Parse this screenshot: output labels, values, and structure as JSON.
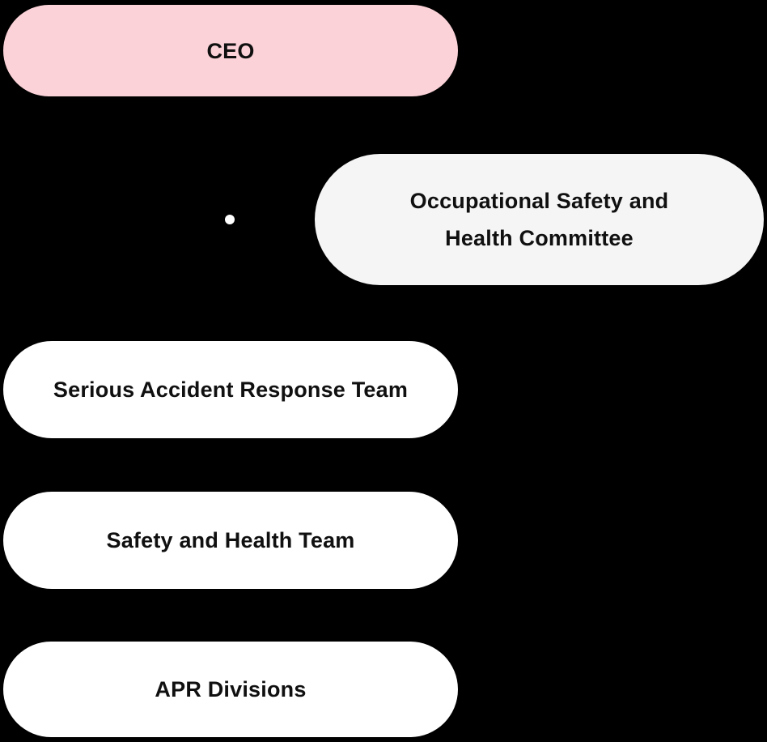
{
  "diagram": {
    "type": "org-chart",
    "background_color": "#000000",
    "node_text_color": "#101010",
    "nodes": [
      {
        "id": "ceo",
        "label": "CEO",
        "fill": "#FBD2D8"
      },
      {
        "id": "osh-committee",
        "label": "Occupational Safety and Health Committee",
        "fill": "#F5F5F5"
      },
      {
        "id": "serious-accident-response-team",
        "label": "Serious Accident Response Team",
        "fill": "#FFFFFF"
      },
      {
        "id": "safety-and-health-team",
        "label": "Safety and Health Team",
        "fill": "#FFFFFF"
      },
      {
        "id": "apr-divisions",
        "label": "APR Divisions",
        "fill": "#FFFFFF"
      }
    ],
    "connector_dot_color": "#FFFFFF"
  }
}
